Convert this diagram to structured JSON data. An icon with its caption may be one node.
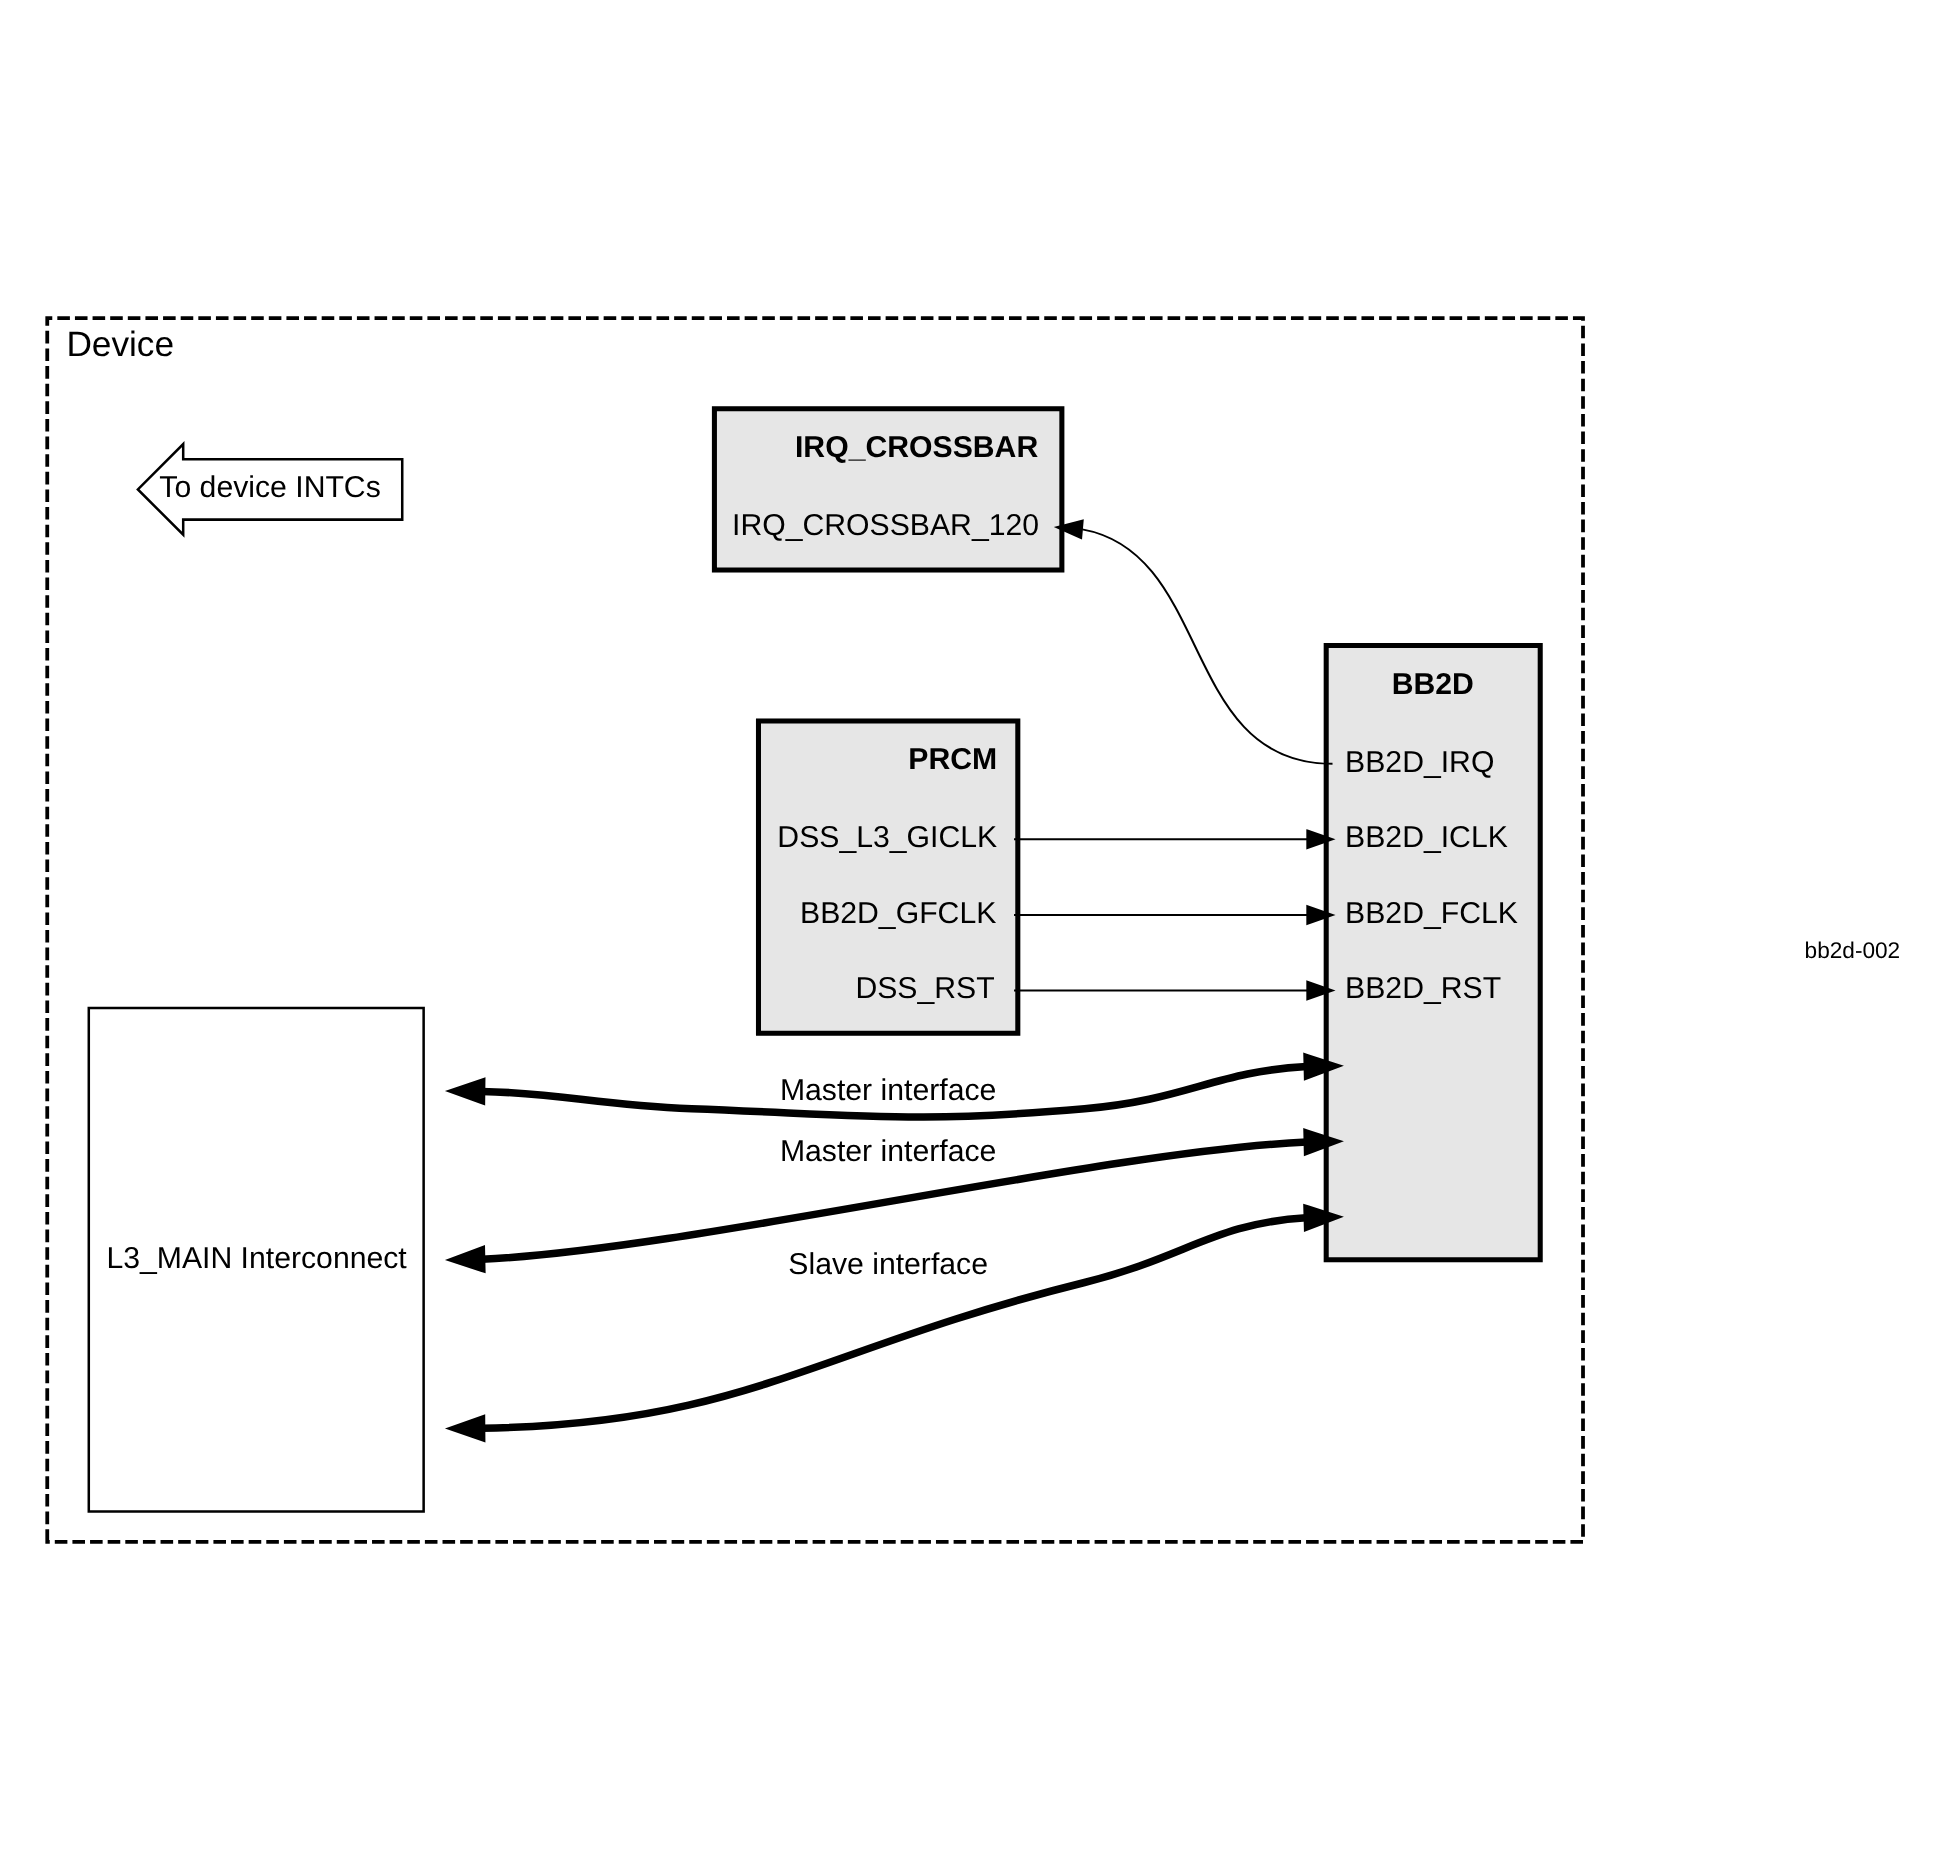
{
  "diagram": {
    "nodes": [
      {
        "text": [
          "Device"
        ]
      },
      {
        "text": [
          "IRQ_CROSSBAR",
          "IRQ_CROSSBAR_120"
        ],
        "in": 0
      },
      {
        "text": [
          "BB2D",
          "BB2D_IRQ",
          "BB2D_ICLK",
          "BB2D_FCLK",
          "BB2D_RST"
        ],
        "in": 0
      },
      {
        "text": [
          "To device INTCs"
        ],
        "in": 0
      },
      {
        "text": [
          "PRCM",
          "DSS_L3_GICLK",
          "BB2D_GFCLK",
          "DSS_RST"
        ],
        "in": 0
      },
      {
        "text": [
          "L3_MAIN Interconnect"
        ],
        "in": 0
      }
    ],
    "edges": [
      {
        "from": 2,
        "to": 1,
        "arrow": "to"
      },
      {
        "from": 4,
        "to": 2,
        "arrow": "to"
      },
      {
        "from": 4,
        "to": 2,
        "arrow": "to"
      },
      {
        "from": 4,
        "to": 2,
        "arrow": "to"
      },
      {
        "from": 5,
        "to": 2,
        "arrow": "both",
        "label": "Master interface",
        "style": "thick"
      },
      {
        "from": 5,
        "to": 2,
        "arrow": "both",
        "label": "Master interface",
        "style": "thick"
      },
      {
        "from": 5,
        "to": 2,
        "arrow": "both",
        "label": "Slave interface",
        "style": "thick"
      }
    ],
    "labels": [
      "bb2d-002"
    ]
  }
}
